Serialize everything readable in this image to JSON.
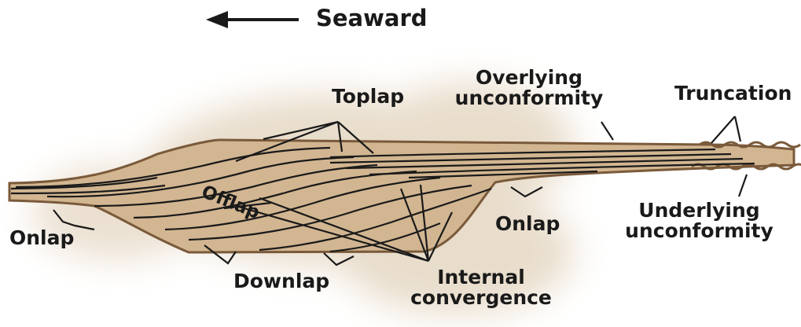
{
  "direction": {
    "label": "Seaward",
    "arrow": "left-arrow"
  },
  "labels": {
    "toplap": "Toplap",
    "overlying": [
      "Overlying",
      "unconformity"
    ],
    "truncation": "Truncation",
    "offlap": "Offlap",
    "onlap_left": "Onlap",
    "onlap_right": "Onlap",
    "underlying": [
      "Underlying",
      "unconformity"
    ],
    "downlap": "Downlap",
    "internal": [
      "Internal",
      "convergence"
    ]
  },
  "colors": {
    "background": "#ffffff",
    "halo": "#e8dccb",
    "body_fill": "#d2b691",
    "outline": "#7a5a3a",
    "line": "#1a1a1a"
  }
}
